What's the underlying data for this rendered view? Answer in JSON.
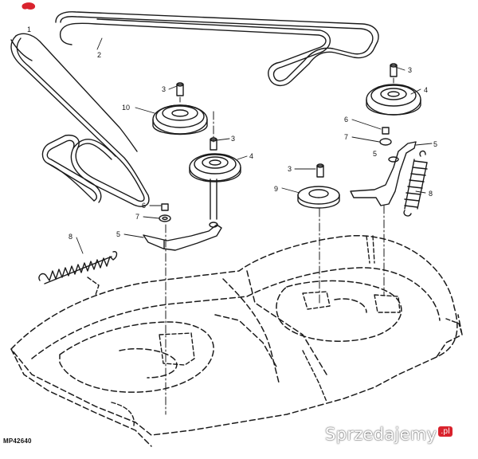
{
  "diagram": {
    "callouts": {
      "c1": "1",
      "c2": "2",
      "c3a": "3",
      "c3b": "3",
      "c3c": "3",
      "c3d": "3",
      "c4a": "4",
      "c4b": "4",
      "c5a": "5",
      "c5b": "5",
      "c5c": "5",
      "c6a": "6",
      "c6b": "6",
      "c7a": "7",
      "c7b": "7",
      "c8a": "8",
      "c8b": "8",
      "c9": "9",
      "c10": "10"
    },
    "reference": "MP42640"
  },
  "watermark": {
    "text": "Sprzedajemy",
    "badge": ".pl"
  },
  "colors": {
    "line": "#1a1a1a",
    "accent": "#d9232d"
  }
}
